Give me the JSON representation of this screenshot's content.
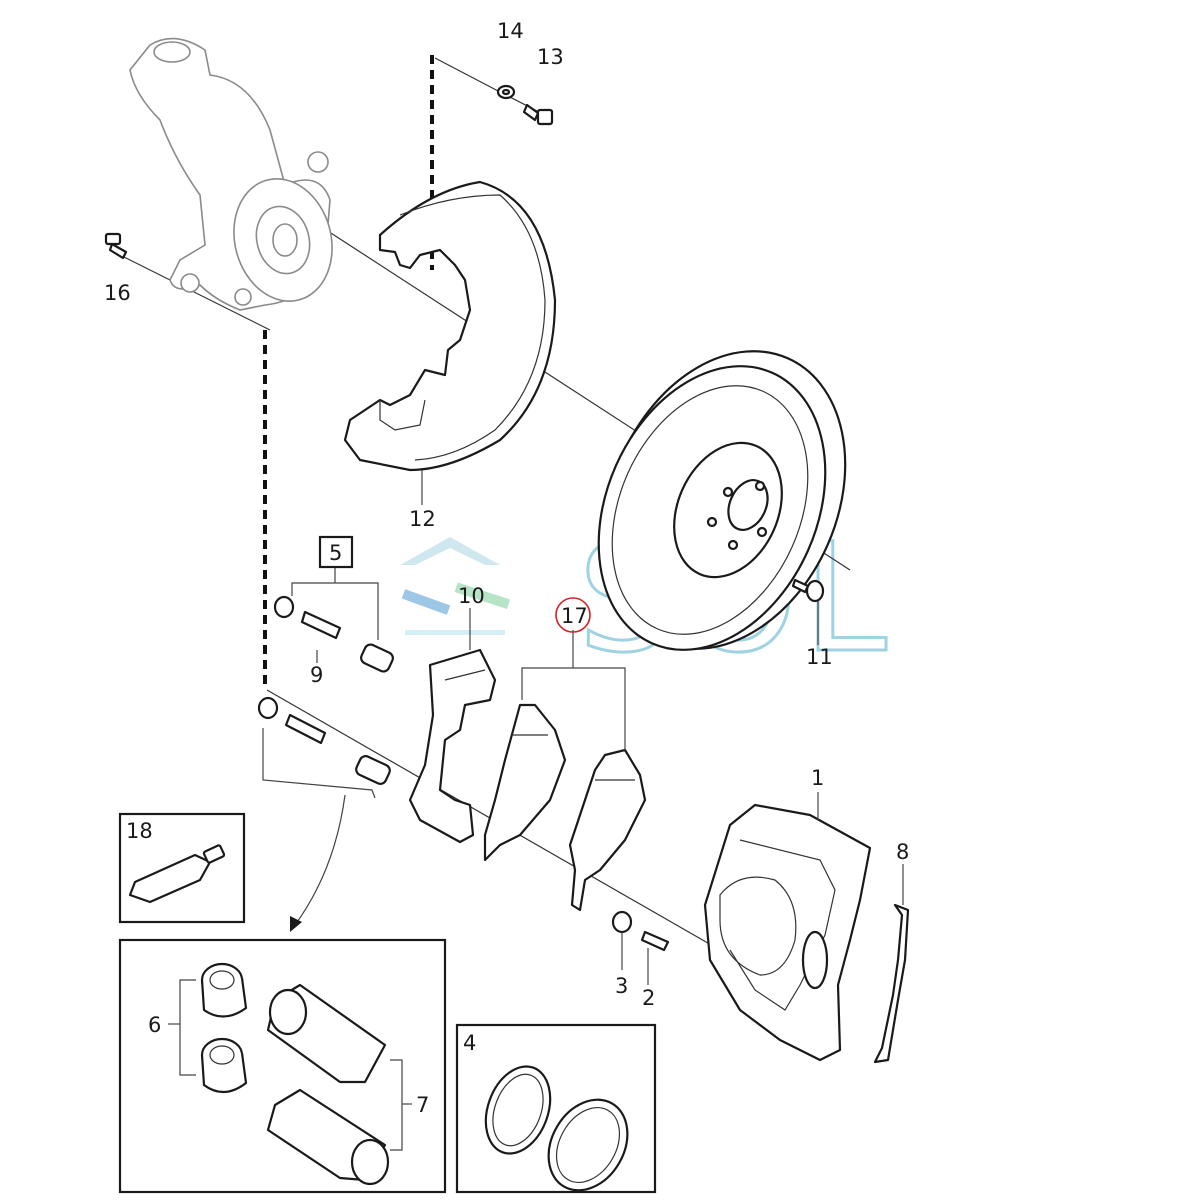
{
  "watermark": {
    "text": "SOL",
    "color": "#9fd3e2"
  },
  "callouts": {
    "c1": "1",
    "c2": "2",
    "c3": "3",
    "c4": "4",
    "c5": "5",
    "c6": "6",
    "c7": "7",
    "c8": "8",
    "c9": "9",
    "c10": "10",
    "c11": "11",
    "c12": "12",
    "c13": "13",
    "c14": "14",
    "c16": "16",
    "c17": "17",
    "c18": "18"
  },
  "highlight": {
    "callout": "17",
    "color": "#d42020"
  },
  "icons": [
    "steering-knuckle-icon",
    "brake-disc-icon",
    "dust-shield-icon",
    "caliper-icon",
    "brake-pad-icon",
    "grease-tube-icon"
  ]
}
